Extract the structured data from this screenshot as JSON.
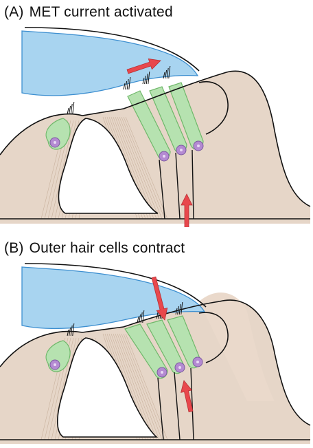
{
  "panels": [
    {
      "label": "(A)",
      "title": "MET current activated"
    },
    {
      "label": "(B)",
      "title": "Outer hair cells contract"
    }
  ],
  "colors": {
    "tectorial_membrane": "#a8d4f0",
    "tectorial_edge": "#3d8fd0",
    "supporting_tissue": "#e6d6c8",
    "hair_cell": "#b6e2b0",
    "hair_cell_edge": "#6fb86a",
    "nucleus": "#b48ad2",
    "arrow": "#e8474c",
    "outline": "#111111"
  },
  "icons": [
    "red-arrow-icon",
    "hair-bundle-icon",
    "nucleus-icon"
  ]
}
